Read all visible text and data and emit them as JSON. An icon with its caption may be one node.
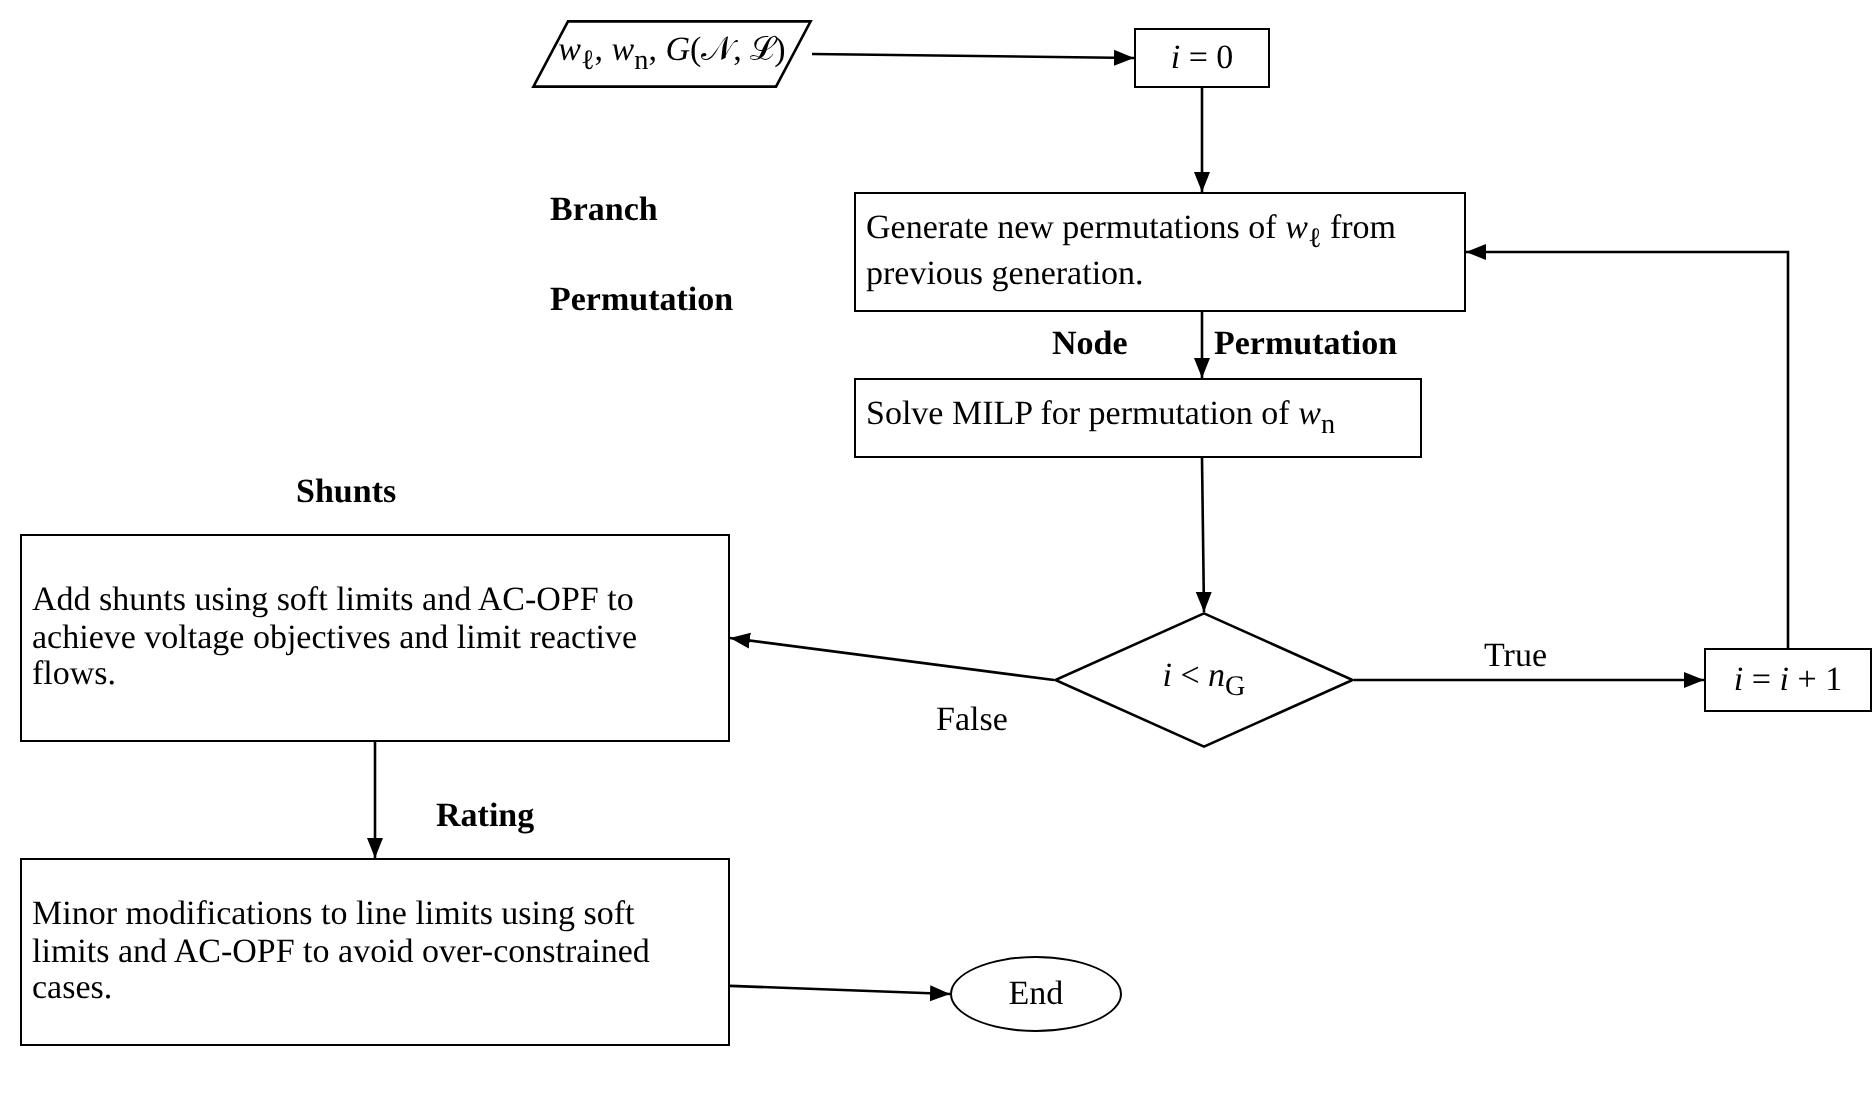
{
  "diagram": {
    "nodes": [
      {
        "text": [
          "*w*$_{ℓ}$, *w*$_{n}$, *G*(𝒩, ℒ)"
        ]
      },
      {
        "text": [
          "*i* = 0"
        ]
      },
      {
        "text": [
          "Generate new permutations of *w*$_{ℓ}$ from previous generation."
        ]
      },
      {
        "text": [
          "Solve MILP for permutation of *w*$_{n}$"
        ]
      },
      {
        "text": [
          "*i* < *n*$_{G}$"
        ]
      },
      {
        "text": [
          "*i* = *i* + 1"
        ]
      },
      {
        "text": [
          "Add shunts using soft limits and AC-OPF to achieve voltage objectives and limit reactive flows."
        ]
      },
      {
        "text": [
          "Minor modifications to line limits using soft limits and AC-OPF to avoid over-constrained cases."
        ]
      },
      {
        "text": [
          "End"
        ]
      }
    ],
    "edges": [
      {
        "from": 0,
        "to": 1,
        "arrow": "to"
      },
      {
        "from": 1,
        "to": 2,
        "arrow": "to"
      },
      {
        "from": 2,
        "to": 3,
        "arrow": "to"
      },
      {
        "from": 3,
        "to": 4,
        "arrow": "to"
      },
      {
        "from": 4,
        "to": 5,
        "arrow": "to",
        "label": "True"
      },
      {
        "from": 5,
        "to": 2,
        "arrow": "to"
      },
      {
        "from": 4,
        "to": 6,
        "arrow": "to",
        "label": "False"
      },
      {
        "from": 6,
        "to": 7,
        "arrow": "to"
      },
      {
        "from": 7,
        "to": 8,
        "arrow": "to"
      }
    ],
    "labels": [
      "Branch",
      "Permutation",
      "Node",
      "Permutation",
      "Shunts",
      "Rating"
    ]
  }
}
